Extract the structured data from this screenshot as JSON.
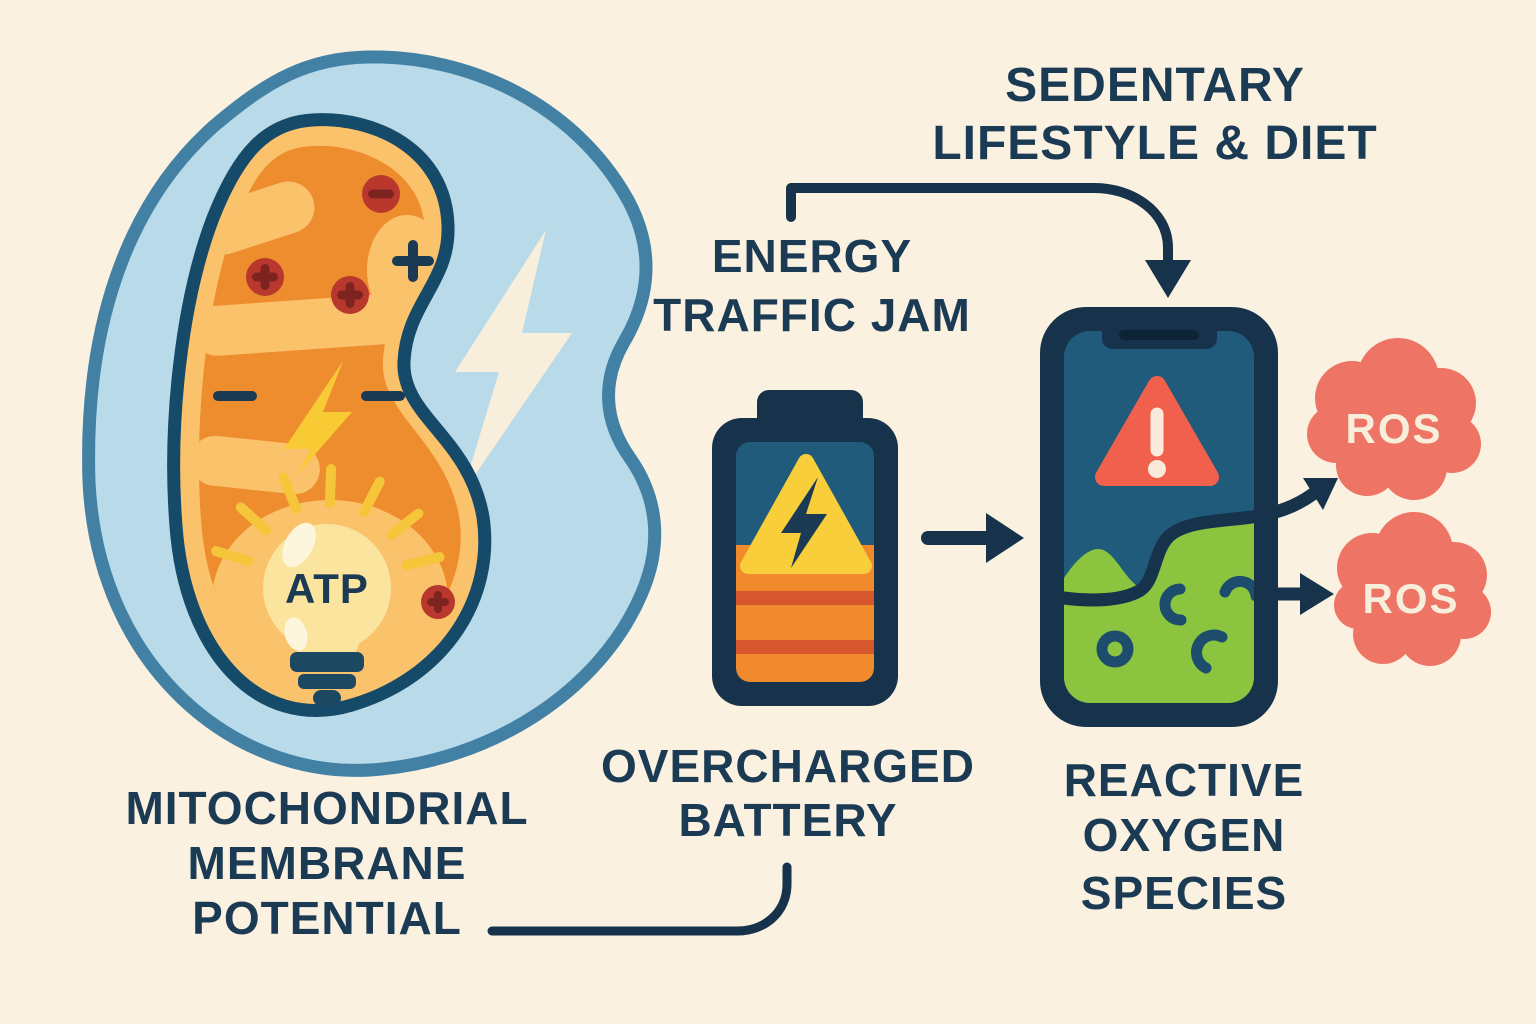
{
  "palette": {
    "background": "#FAF1E0",
    "ink": "#1B3A54",
    "frame_navy": "#16334B",
    "cell_fill": "#B9DAE9",
    "cell_border": "#4381A4",
    "mito_border": "#164A69",
    "mito_light_orange": "#FBC26C",
    "mito_dark_orange": "#EE8D2E",
    "charge_red": "#B8382E",
    "charge_red_dark": "#7E2420",
    "bolt_yellow": "#F8CB35",
    "cream": "#F7EFDC",
    "bulb_yellow": "#FAE49E",
    "bulb_highlight": "#FDF6DC",
    "screen_teal": "#215B7B",
    "battery_orange": "#F18A2D",
    "battery_stripe": "#D6572D",
    "warning_yellow": "#F8CE3A",
    "alert_coral": "#F1604C",
    "goo_green": "#8BC53F",
    "squiggle_teal": "#1C4D6D",
    "ros_cloud_coral": "#EE7565"
  },
  "labels": {
    "mitochondrial_membrane_potential": {
      "lines": [
        "MITOCHONDRIAL",
        "MEMBRANE",
        "POTENTIAL"
      ]
    },
    "energy_traffic_jam": {
      "lines": [
        "ENERGY",
        "TRAFFIC JAM"
      ]
    },
    "sedentary_lifestyle_diet": {
      "lines": [
        "SEDENTARY",
        "LIFESTYLE & DIET"
      ]
    },
    "overcharged_battery": {
      "lines": [
        "OVERCHARGED",
        "BATTERY"
      ]
    },
    "reactive_oxygen_species": {
      "lines": [
        "REACTIVE",
        "OXYGEN",
        "SPECIES"
      ]
    },
    "atp": "ATP",
    "ros_cloud_top": "ROS",
    "ros_cloud_bottom": "ROS"
  },
  "icons": {
    "mitochondrion": "mitochondrion-icon",
    "lightning_white": "lightning-bolt-icon",
    "lightning_yellow": "lightning-bolt-icon",
    "atp_bulb": "lightbulb-icon",
    "plus_charge": "plus-charge-icon",
    "minus_charge": "minus-charge-icon",
    "battery": "overcharged-battery-icon",
    "warning_triangle": "warning-triangle-icon",
    "phone": "smartphone-icon",
    "ros_cloud": "ros-cloud-icon",
    "arrow": "arrow-icon"
  }
}
